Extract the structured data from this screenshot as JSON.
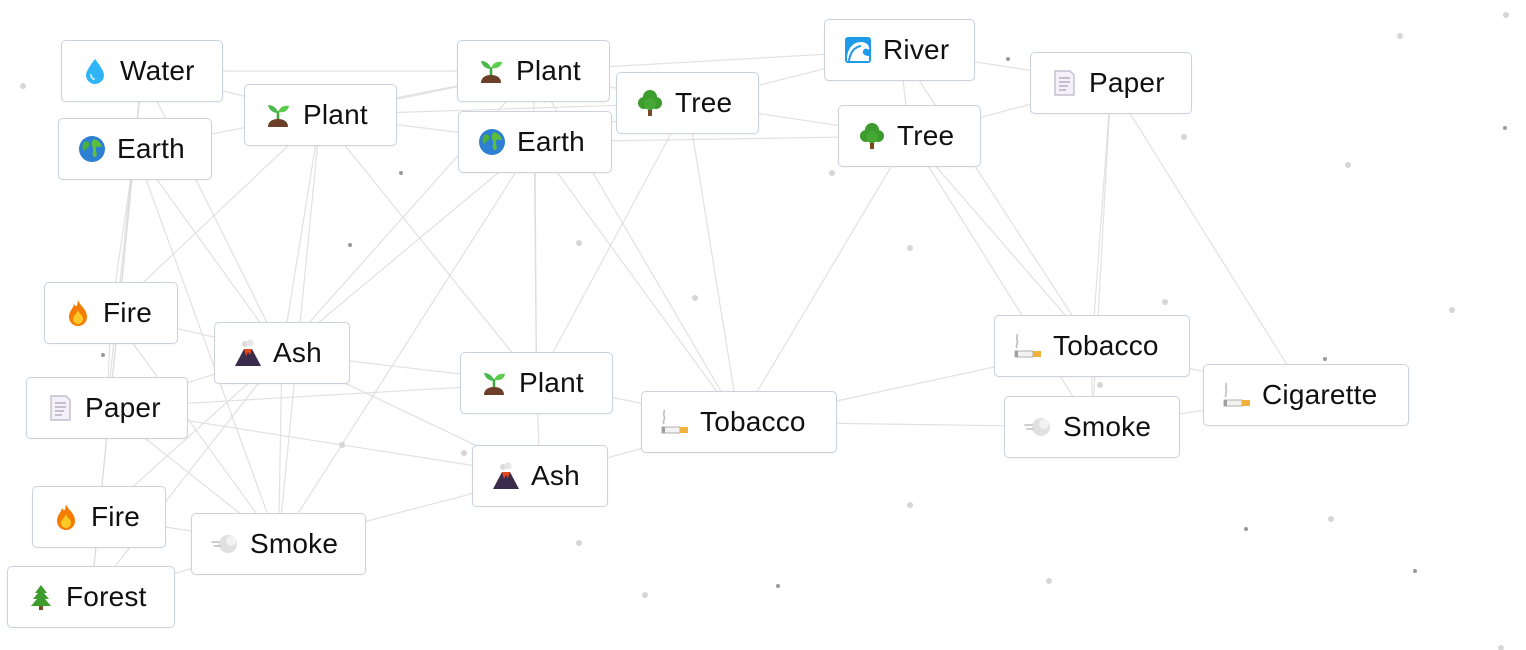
{
  "workspace": {
    "elements": [
      {
        "id": "n1",
        "label": "Water",
        "icon": "water-drop-icon"
      },
      {
        "id": "n2",
        "label": "Plant",
        "icon": "seedling-icon"
      },
      {
        "id": "n3",
        "label": "Earth",
        "icon": "globe-icon"
      },
      {
        "id": "n4",
        "label": "Plant",
        "icon": "seedling-icon"
      },
      {
        "id": "n5",
        "label": "Earth",
        "icon": "globe-icon"
      },
      {
        "id": "n6",
        "label": "Tree",
        "icon": "tree-icon"
      },
      {
        "id": "n7",
        "label": "River",
        "icon": "wave-icon"
      },
      {
        "id": "n8",
        "label": "Tree",
        "icon": "tree-icon"
      },
      {
        "id": "n9",
        "label": "Paper",
        "icon": "paper-icon"
      },
      {
        "id": "n10",
        "label": "Fire",
        "icon": "fire-icon"
      },
      {
        "id": "n11",
        "label": "Ash",
        "icon": "volcano-icon"
      },
      {
        "id": "n12",
        "label": "Paper",
        "icon": "paper-icon"
      },
      {
        "id": "n13",
        "label": "Plant",
        "icon": "seedling-icon"
      },
      {
        "id": "n14",
        "label": "Tobacco",
        "icon": "cigarette-icon"
      },
      {
        "id": "n15",
        "label": "Tobacco",
        "icon": "cigarette-icon"
      },
      {
        "id": "n16",
        "label": "Cigarette",
        "icon": "cigarette-icon"
      },
      {
        "id": "n17",
        "label": "Smoke",
        "icon": "smoke-icon"
      },
      {
        "id": "n18",
        "label": "Ash",
        "icon": "volcano-icon"
      },
      {
        "id": "n19",
        "label": "Fire",
        "icon": "fire-icon"
      },
      {
        "id": "n20",
        "label": "Smoke",
        "icon": "smoke-icon"
      },
      {
        "id": "n21",
        "label": "Forest",
        "icon": "evergreen-icon"
      }
    ]
  },
  "colors": {
    "node_border": "#c8d3dd",
    "node_text": "#101010",
    "connection_line": "#dcdcdc",
    "background": "#ffffff"
  }
}
